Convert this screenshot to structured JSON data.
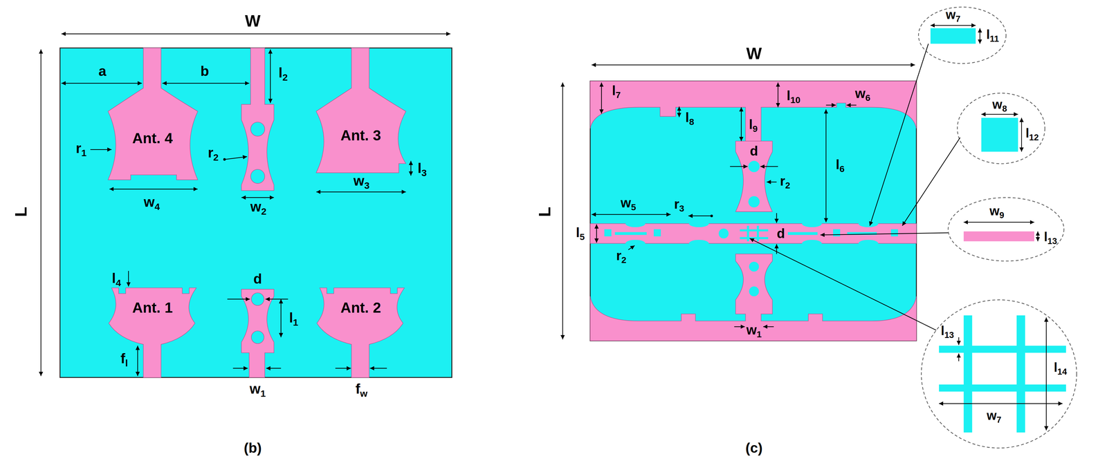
{
  "diagram": {
    "nodes": [
      {
        "text": [
          "Ant. 4"
        ]
      },
      {
        "text": [
          "Ant. 3"
        ]
      },
      {
        "text": [
          "Ant. 1"
        ]
      },
      {
        "text": [
          "Ant. 2"
        ]
      }
    ],
    "labels": [
      "W",
      "L",
      "a",
      "b",
      "l2",
      "r1",
      "r2",
      "w3",
      "l3",
      "w4",
      "w2",
      "l4",
      "d",
      "l1",
      "fl",
      "w1",
      "fw",
      "(b)",
      "W",
      "L",
      "l7",
      "l8",
      "l9",
      "l10",
      "w6",
      "d",
      "r2",
      "l6",
      "w5",
      "r3",
      "l5",
      "r2",
      "d",
      "w1",
      "w7",
      "l11",
      "w8",
      "l12",
      "w9",
      "l13",
      "l13",
      "l14",
      "w7",
      "(c)"
    ]
  }
}
